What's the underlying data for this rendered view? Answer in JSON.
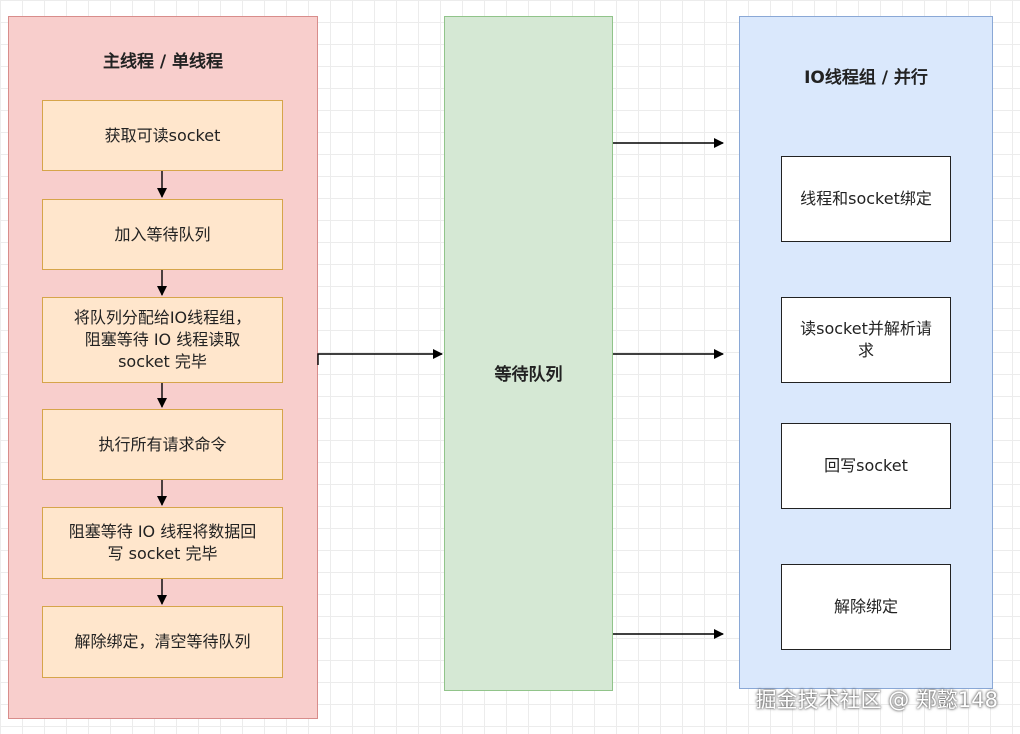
{
  "main_panel": {
    "title": "主线程 / 单线程",
    "steps": [
      "获取可读socket",
      "加入等待队列",
      "将队列分配给IO线程组，\n阻塞等待 IO 线程读取\nsocket 完毕",
      "执行所有请求命令",
      "阻塞等待 IO 线程将数据回\n写 socket 完毕",
      "解除绑定，清空等待队列"
    ]
  },
  "queue_panel": {
    "label": "等待队列"
  },
  "io_panel": {
    "title": "IO线程组 / 并行",
    "tasks": [
      "线程和socket绑定",
      "读socket并解析请\n求",
      "回写socket",
      "解除绑定"
    ]
  },
  "watermark": "掘金技术社区 @ 郑懿148",
  "colors": {
    "main_fill": "#f8cecc",
    "step_fill": "#ffe6cc",
    "queue_fill": "#d5e8d4",
    "io_fill": "#dae8fc",
    "arrow": "#000000"
  }
}
